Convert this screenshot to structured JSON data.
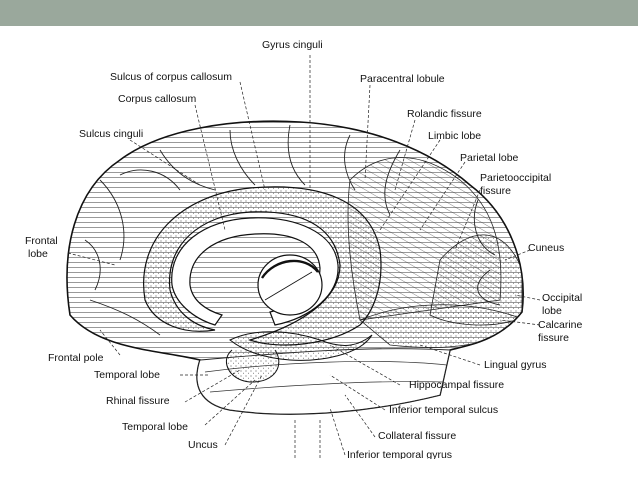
{
  "labels": {
    "gyrus_cinguli": "Gyrus cinguli",
    "sulcus_corpus_callosum": "Sulcus of corpus callosum",
    "corpus_callosum": "Corpus callosum",
    "sulcus_cinguli": "Sulcus cinguli",
    "frontal_lobe_1": "Frontal",
    "frontal_lobe_2": "lobe",
    "frontal_pole": "Frontal pole",
    "temporal_lobe_top": "Temporal lobe",
    "rhinal_fissure": "Rhinal fissure",
    "temporal_lobe_bottom": "Temporal lobe",
    "uncus": "Uncus",
    "paracentral_lobule": "Paracentral lobule",
    "rolandic_fissure": "Rolandic fissure",
    "limbic_lobe": "Limbic lobe",
    "parietal_lobe": "Parietal lobe",
    "parietooccipital_1": "Parietooccipital",
    "parietooccipital_2": "fissure",
    "cuneus": "Cuneus",
    "occipital_1": "Occipital",
    "occipital_2": "lobe",
    "calcarine_1": "Calcarine",
    "calcarine_2": "fissure",
    "lingual_gyrus": "Lingual gyrus",
    "hippocampal_fissure": "Hippocampal fissure",
    "inferior_temporal_sulcus": "Inferior temporal sulcus",
    "collateral_fissure": "Collateral fissure",
    "inferior_temporal_gyrus": "Inferior temporal gyrus"
  },
  "colors": {
    "bar": "#9aa89c",
    "ink": "#111111",
    "paper": "#ffffff"
  }
}
